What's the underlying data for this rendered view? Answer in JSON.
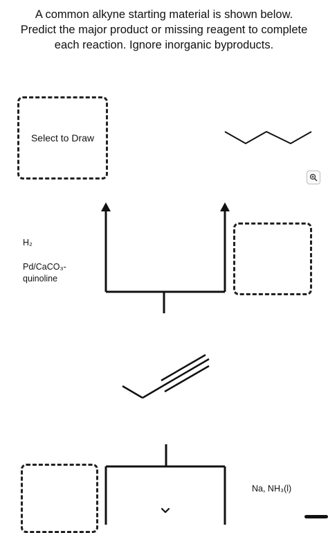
{
  "question": {
    "line1": "A common alkyne starting material is shown below.",
    "line2": "Predict the major product or missing reagent to complete",
    "line3": "each reaction. Ignore inorganic byproducts."
  },
  "draw_box_top_left": {
    "label": "Select to Draw"
  },
  "reagents_left": {
    "line1": "H₂",
    "line2": "Pd/CaCO₃-",
    "line3": "quinoline"
  },
  "reagents_bottom_right": {
    "label": "Na, NH₃(l)"
  },
  "icons": {
    "zoom": "zoom-in-icon",
    "chevron": "chevron-down-icon"
  }
}
